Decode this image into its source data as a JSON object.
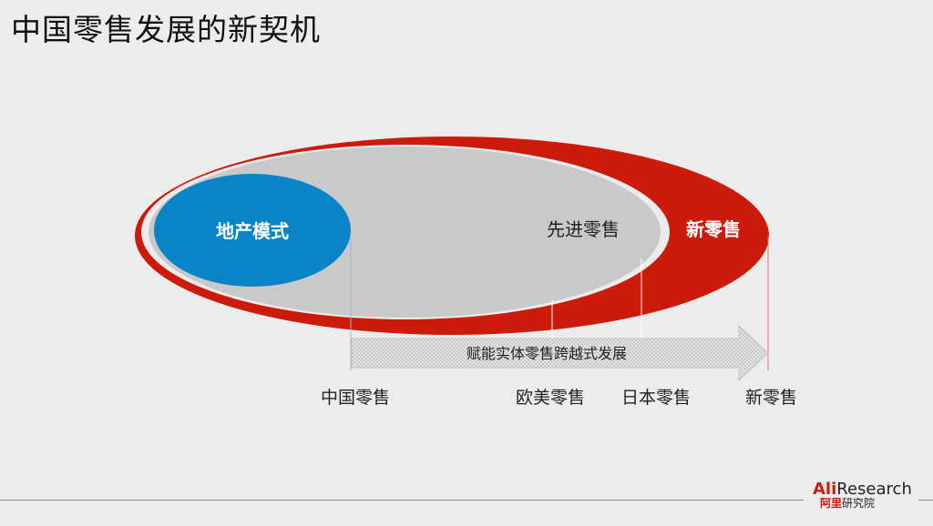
{
  "title": "中国零售发展的新契机",
  "ellipses": {
    "outer_label": "新零售",
    "middle_label": "先进零售",
    "inner_label": "地产模式"
  },
  "arrow_label": "赋能实体零售跨越式发展",
  "axis_labels": [
    "中国零售",
    "欧美零售",
    "日本零售",
    "新零售"
  ],
  "logo": {
    "ali": "Ali",
    "research": "Research",
    "cn_red": "阿里",
    "cn_rest": "研究院"
  },
  "colors": {
    "outer": "#cc1b0b",
    "middle": "#c8c8c8",
    "inner": "#0a84c8",
    "background": "#ececec"
  }
}
